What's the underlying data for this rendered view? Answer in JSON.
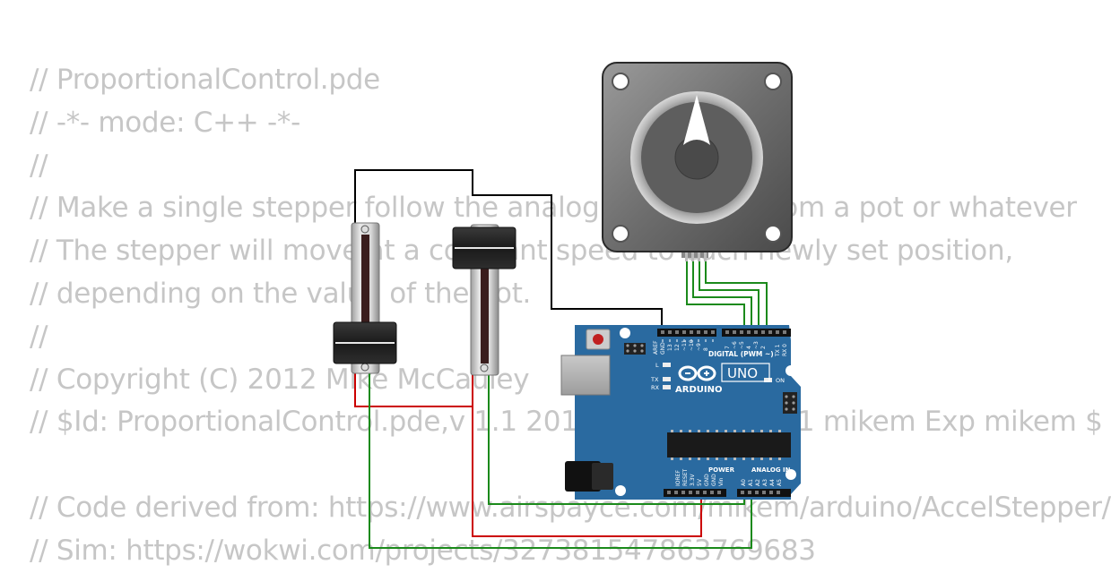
{
  "code_lines": [
    "// ProportionalControl.pde",
    "// -*- mode: C++ -*-",
    "//",
    "// Make a single stepper follow the analog value read from a pot or whatever",
    "// The stepper will move at a constant speed to each newly set position,",
    "// depending on the value of the pot.",
    "//",
    "// Copyright (C) 2012 Mike McCauley",
    "// $Id: ProportionalControl.pde,v 1.1 2011/01/05 01:51:01 mikem Exp mikem $",
    "",
    "// Code derived from: https://www.airspayce.com/mikem/arduino/AccelStepper/",
    "// Sim: https://wokwi.com/projects/327381547863769683"
  ],
  "arduino": {
    "logo_text": "ARDUINO",
    "model": "UNO",
    "digital_header": "DIGITAL (PWM ~)",
    "power_header": "POWER",
    "analog_header": "ANALOG IN",
    "aref": "AREF",
    "gnd": "GND",
    "digital_pins": [
      "13",
      "12",
      "~11",
      "~10",
      "~9",
      "8",
      "7",
      "~6",
      "~5",
      "4",
      "~3",
      "2",
      "TX 1",
      "RX 0"
    ],
    "power_pins": [
      "IOREF",
      "RESET",
      "3.3V",
      "5V",
      "GND",
      "GND",
      "Vin"
    ],
    "analog_pins": [
      "A0",
      "A1",
      "A2",
      "A3",
      "A4",
      "A5"
    ],
    "led_l": "L",
    "led_tx": "TX",
    "led_rx": "RX",
    "led_on": "ON"
  },
  "colors": {
    "code_text": "#c6c6c6",
    "board": "#2a6aa0",
    "wire_black": "#000000",
    "wire_red": "#cc0000",
    "wire_green": "#1b8a1b",
    "motor_body": "#707070"
  }
}
